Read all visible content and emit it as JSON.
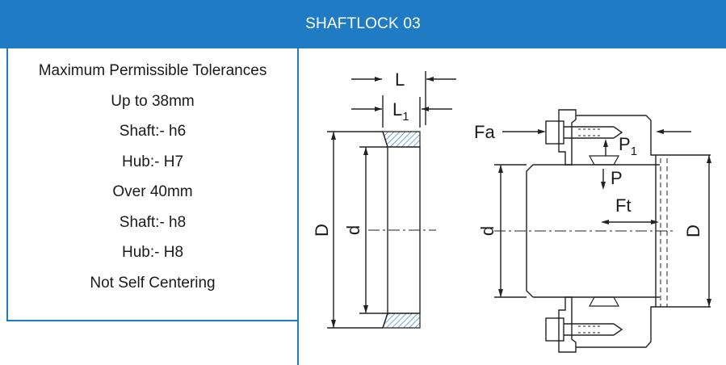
{
  "header": {
    "title": "SHAFTLOCK 03"
  },
  "tolerances": {
    "lines": [
      "Maximum Permissible Tolerances",
      "Up to 38mm",
      "Shaft:-  h6",
      "Hub:-  H7",
      "Over 40mm",
      "Shaft:-  h8",
      "Hub:-  H8",
      "Not Self Centering"
    ]
  },
  "drawing": {
    "left": {
      "L": "L",
      "L1_base": "L",
      "L1_sub": "1",
      "D": "D",
      "d": "d"
    },
    "right": {
      "Fa": "Fa",
      "P1_base": "P",
      "P1_sub": "1",
      "P": "P",
      "Ft": "Ft",
      "d": "d",
      "D": "D"
    }
  },
  "colors": {
    "accent": "#1e7bc4",
    "hatch": "#1e7bc4",
    "line": "#222222"
  }
}
